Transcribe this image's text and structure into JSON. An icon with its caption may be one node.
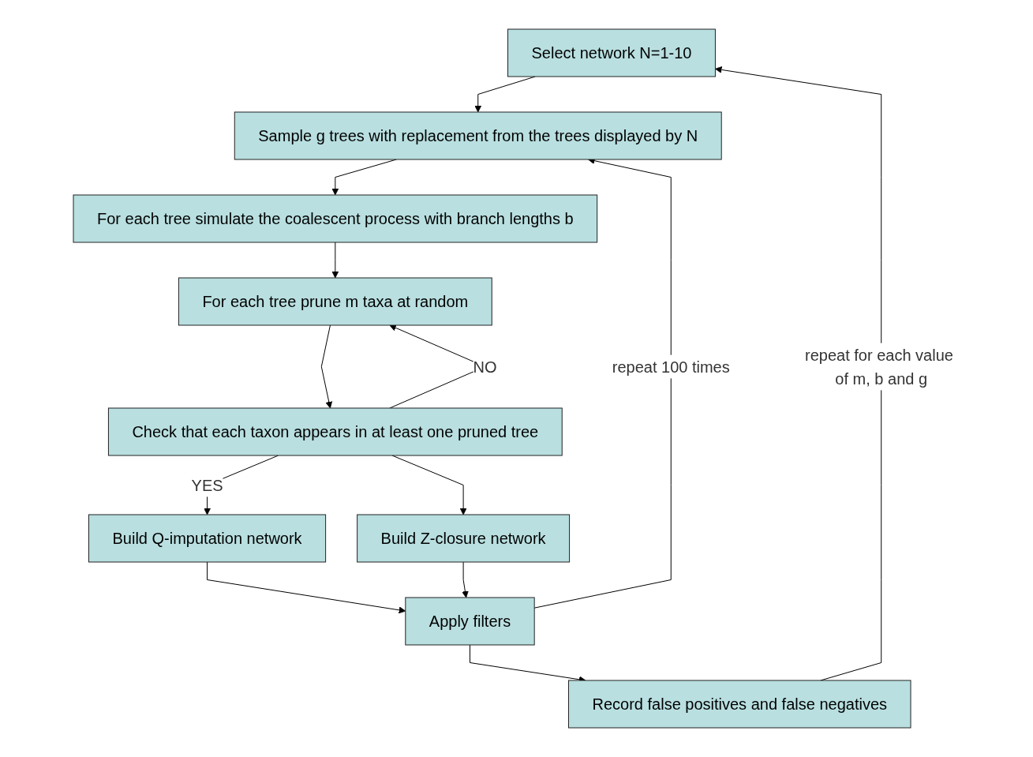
{
  "diagram": {
    "nodes": [
      {
        "text": [
          "Select network N=1-10"
        ]
      },
      {
        "text": [
          "Sample g trees with replacement from the trees displayed by N"
        ]
      },
      {
        "text": [
          "For each tree simulate the coalescent process with branch lengths b"
        ]
      },
      {
        "text": [
          "For each tree prune m taxa at random"
        ]
      },
      {
        "text": [
          "Check that each taxon appears in at least one pruned tree"
        ]
      },
      {
        "text": [
          "Build Q-imputation network"
        ]
      },
      {
        "text": [
          "Build Z-closure network"
        ]
      },
      {
        "text": [
          "Apply filters"
        ]
      },
      {
        "text": [
          "Record false positives and false negatives"
        ]
      }
    ],
    "edges": [
      {
        "from": 0,
        "to": 1,
        "arrow": "to"
      },
      {
        "from": 1,
        "to": 2,
        "arrow": "to"
      },
      {
        "from": 2,
        "to": 3,
        "arrow": "to"
      },
      {
        "from": 3,
        "to": 4,
        "arrow": "to"
      },
      {
        "from": 4,
        "to": 3,
        "arrow": "to",
        "label": "NO"
      },
      {
        "from": 4,
        "to": 5,
        "arrow": "to",
        "label": "YES"
      },
      {
        "from": 4,
        "to": 6,
        "arrow": "to"
      },
      {
        "from": 5,
        "to": 7,
        "arrow": "to"
      },
      {
        "from": 6,
        "to": 7,
        "arrow": "to"
      },
      {
        "from": 7,
        "to": 8,
        "arrow": "to"
      },
      {
        "from": 7,
        "to": 1,
        "arrow": "to",
        "label": "repeat 100 times"
      },
      {
        "from": 8,
        "to": 0,
        "arrow": "to",
        "label": "repeat for each value of m, b and g"
      }
    ]
  }
}
